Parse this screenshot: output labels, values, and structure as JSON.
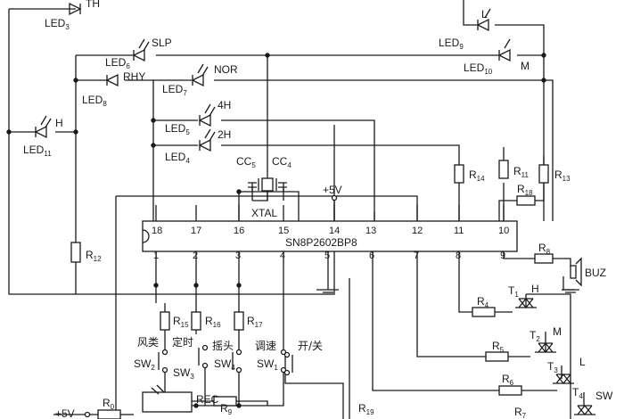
{
  "chip": {
    "part": "SN8P2602BP8",
    "top_pins": [
      "18",
      "17",
      "16",
      "15",
      "14",
      "13",
      "12",
      "11",
      "10"
    ],
    "bottom_pins": [
      "1",
      "2",
      "3",
      "4",
      "5",
      "6",
      "7",
      "8",
      "9"
    ]
  },
  "leds": {
    "led3": {
      "ref": "LED",
      "sub": "3",
      "tag": "TH"
    },
    "led6": {
      "ref": "LED",
      "sub": "6",
      "tag": "SLP"
    },
    "led8": {
      "ref": "LED",
      "sub": "8",
      "tag": "RHY"
    },
    "led7": {
      "ref": "LED",
      "sub": "7",
      "tag": "NOR"
    },
    "led5": {
      "ref": "LED",
      "sub": "5",
      "tag": "4H"
    },
    "led4": {
      "ref": "LED",
      "sub": "4",
      "tag": "2H"
    },
    "led11": {
      "ref": "LED",
      "sub": "11",
      "tag": "H"
    },
    "led9": {
      "ref": "LED",
      "sub": "9",
      "tag": "L"
    },
    "led10": {
      "ref": "LED",
      "sub": "10",
      "tag": "M"
    }
  },
  "resistors": {
    "r14": {
      "ref": "R",
      "sub": "14"
    },
    "r11": {
      "ref": "R",
      "sub": "11"
    },
    "r13": {
      "ref": "R",
      "sub": "13"
    },
    "r18": {
      "ref": "R",
      "sub": "18"
    },
    "r12": {
      "ref": "R",
      "sub": "12"
    },
    "r15": {
      "ref": "R",
      "sub": "15"
    },
    "r16": {
      "ref": "R",
      "sub": "16"
    },
    "r17": {
      "ref": "R",
      "sub": "17"
    },
    "r8": {
      "ref": "R",
      "sub": "8"
    },
    "r4": {
      "ref": "R",
      "sub": "4"
    },
    "r5": {
      "ref": "R",
      "sub": "5"
    },
    "r6": {
      "ref": "R",
      "sub": "6"
    },
    "r7": {
      "ref": "R",
      "sub": "7"
    },
    "r0": {
      "ref": "R",
      "sub": "0"
    },
    "r9": {
      "ref": "R",
      "sub": "9"
    },
    "r19": {
      "ref": "R",
      "sub": "19"
    }
  },
  "caps": {
    "cc5": {
      "ref": "CC",
      "sub": "5"
    },
    "cc4": {
      "ref": "CC",
      "sub": "4"
    }
  },
  "xtal": "XTAL",
  "vcc_top": "+5V",
  "vcc_bottom": "+5V",
  "buzzer": "BUZ",
  "receiver": "REC",
  "switches": {
    "sw2": {
      "ref": "SW",
      "sub": "2",
      "label": "风类"
    },
    "sw3": {
      "ref": "SW",
      "sub": "3",
      "label": "定时"
    },
    "sw4": {
      "ref": "SW",
      "sub": "4",
      "label": "摇头"
    },
    "sw1": {
      "ref": "SW",
      "sub": "1",
      "label": "调速"
    },
    "sw5": {
      "label": "开/关"
    }
  },
  "triacs": {
    "t1": {
      "ref": "T",
      "sub": "1",
      "tag": "H"
    },
    "t2": {
      "ref": "T",
      "sub": "2",
      "tag": "M"
    },
    "t3": {
      "ref": "T",
      "sub": "3",
      "tag": "L"
    },
    "t4": {
      "ref": "T",
      "sub": "4",
      "tag": "SW"
    }
  }
}
